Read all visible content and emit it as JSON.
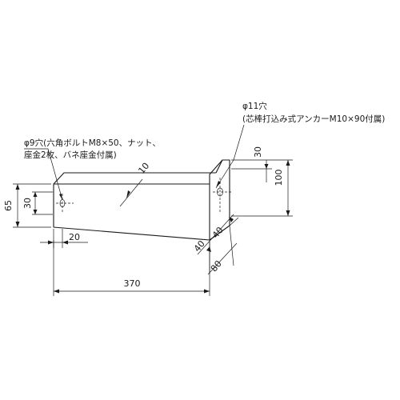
{
  "notes": {
    "hole_right": {
      "line1": "φ11穴",
      "line2": "(芯棒打込み式アンカーM10×90付属)"
    },
    "hole_left": {
      "line1": "φ9穴(六角ボルトM8×50、ナット、",
      "line2": "座金2枚、バネ座金付属)"
    }
  },
  "dimensions": {
    "overall_length": "370",
    "height_left": "65",
    "hole_pitch_left": "30",
    "hole_offset_left": "20",
    "thickness": "10",
    "height_right": "100",
    "hole_pitch_right": "30",
    "depth_segment_a": "40",
    "depth_segment_b": "40",
    "depth_total": "80"
  }
}
